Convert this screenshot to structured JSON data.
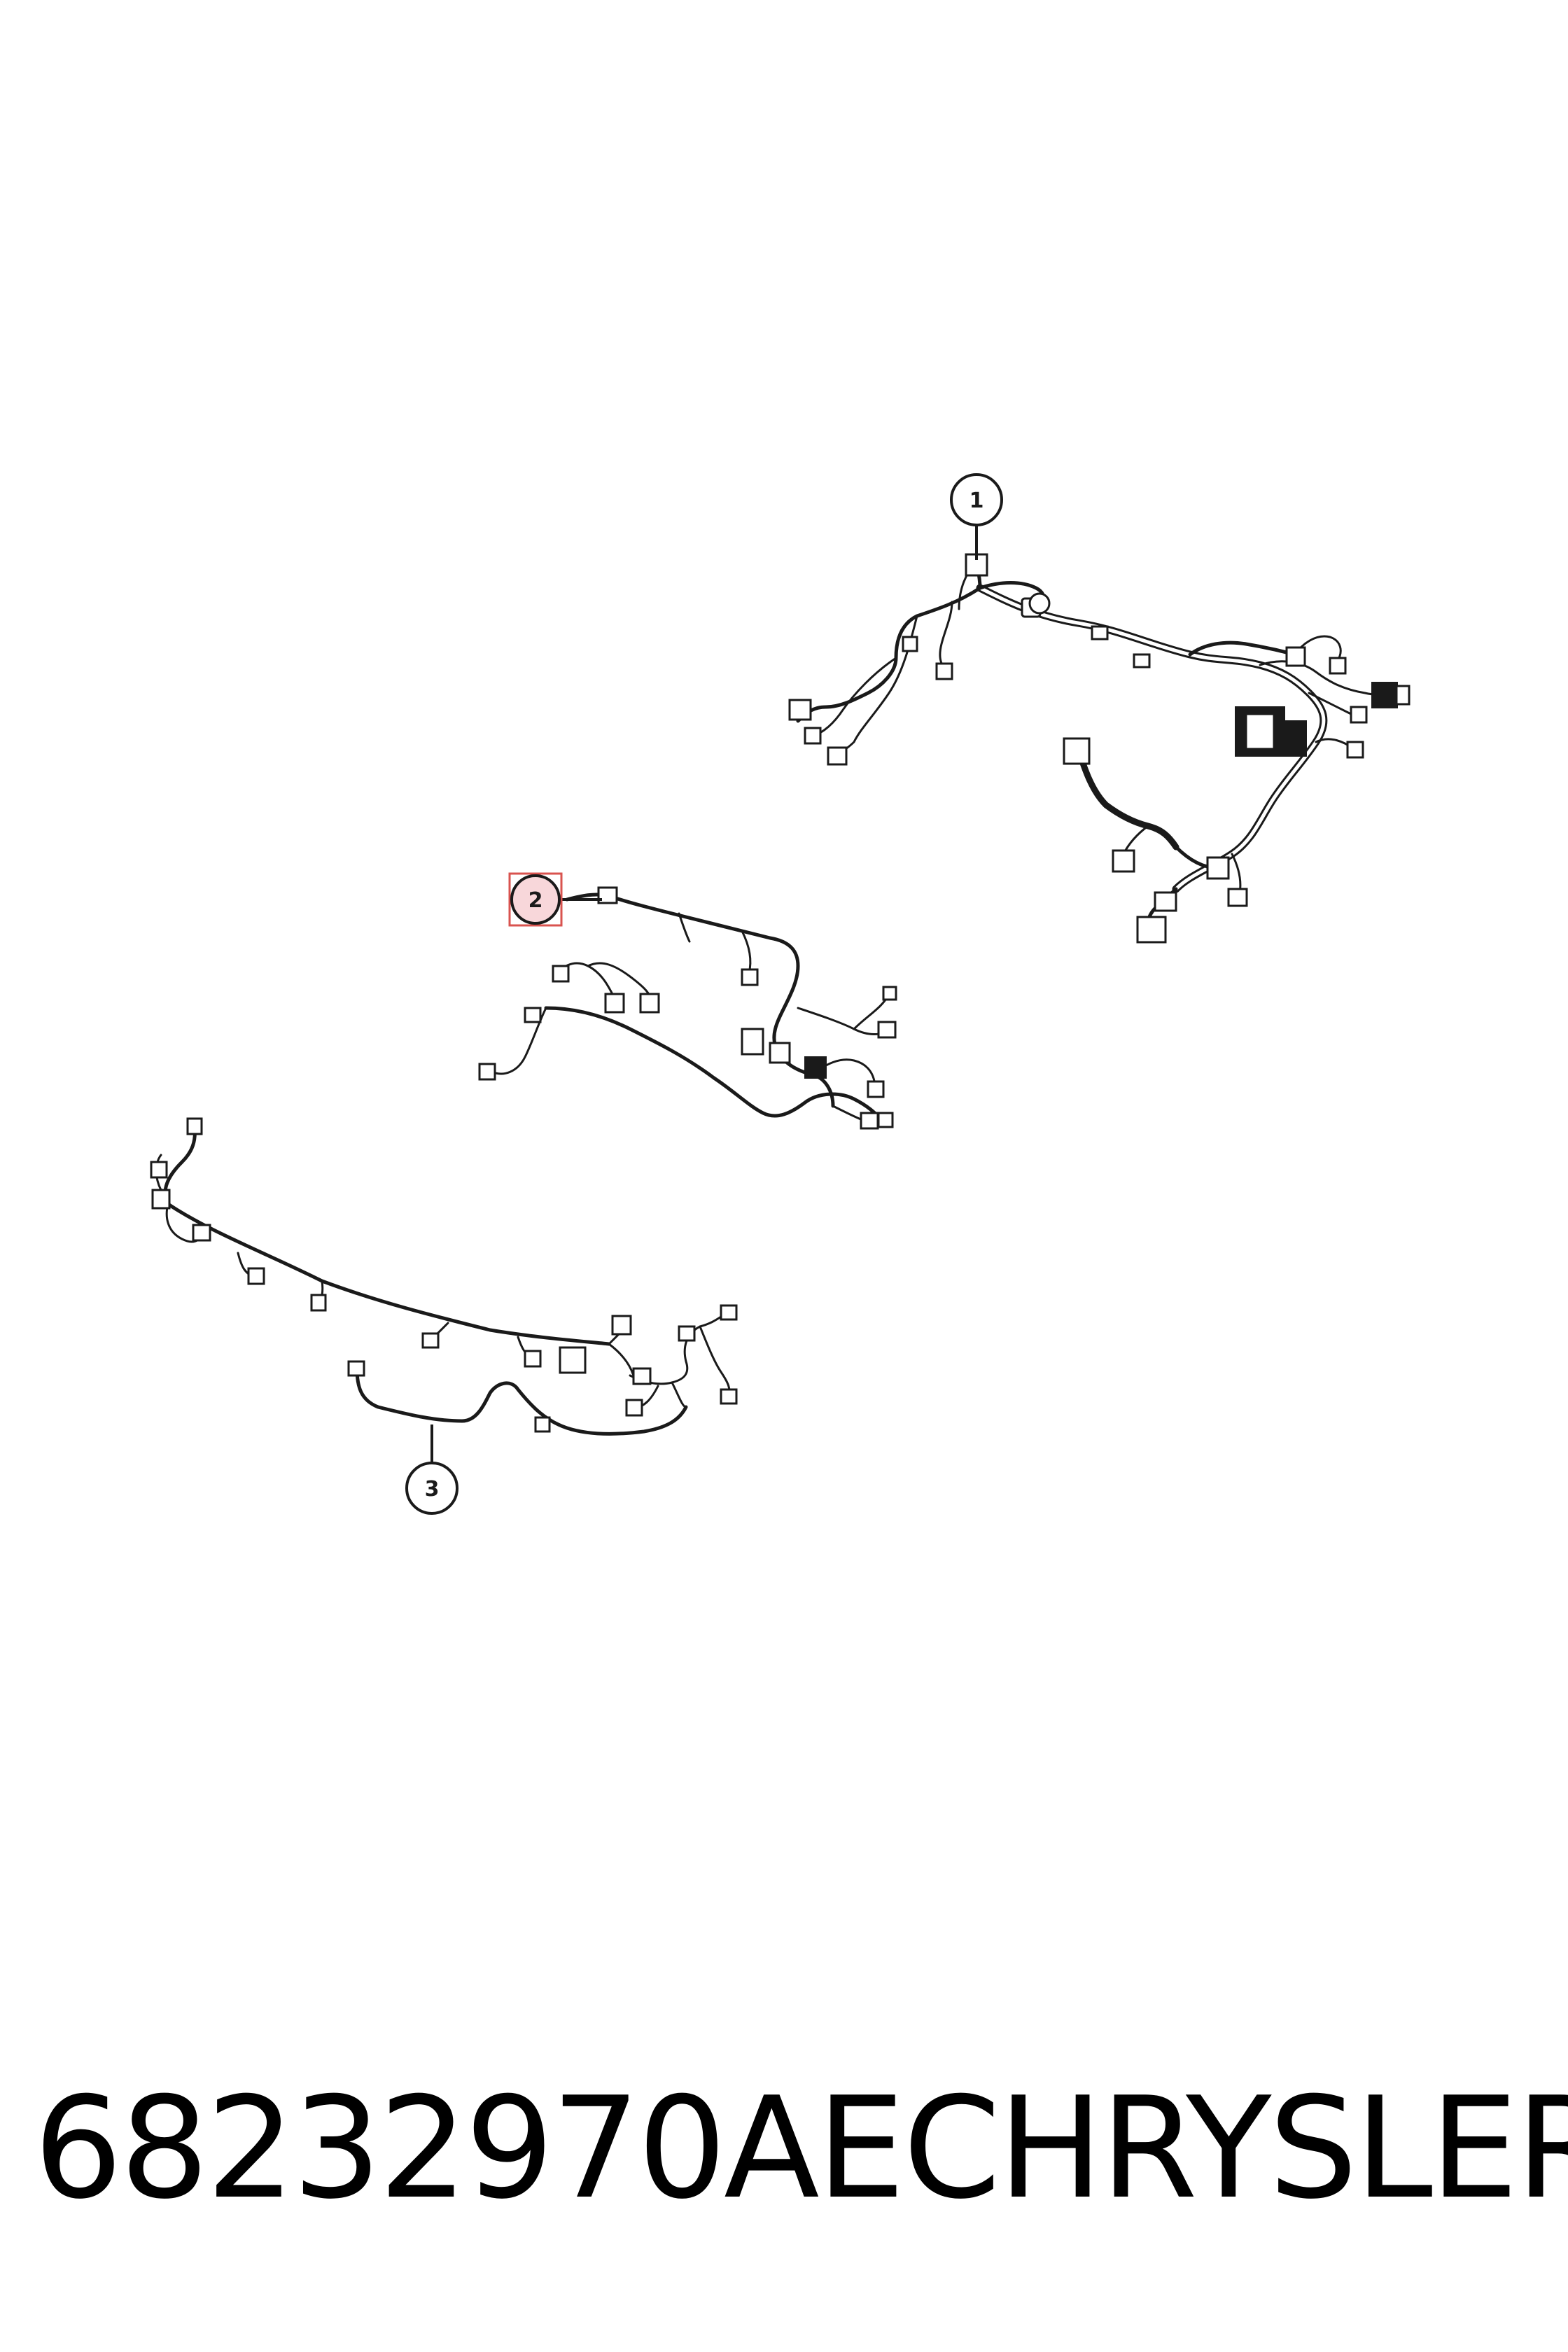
{
  "callouts": [
    {
      "id": "1",
      "label": "1",
      "highlighted": false
    },
    {
      "id": "2",
      "label": "2",
      "highlighted": true
    },
    {
      "id": "3",
      "label": "3",
      "highlighted": false
    }
  ],
  "footer": {
    "part_number": "68232970AE",
    "brand": "CHRYSLER"
  },
  "colors": {
    "line": "#1a1a1a",
    "highlight_fill": "#f8d7da",
    "highlight_border": "#d9534f"
  }
}
